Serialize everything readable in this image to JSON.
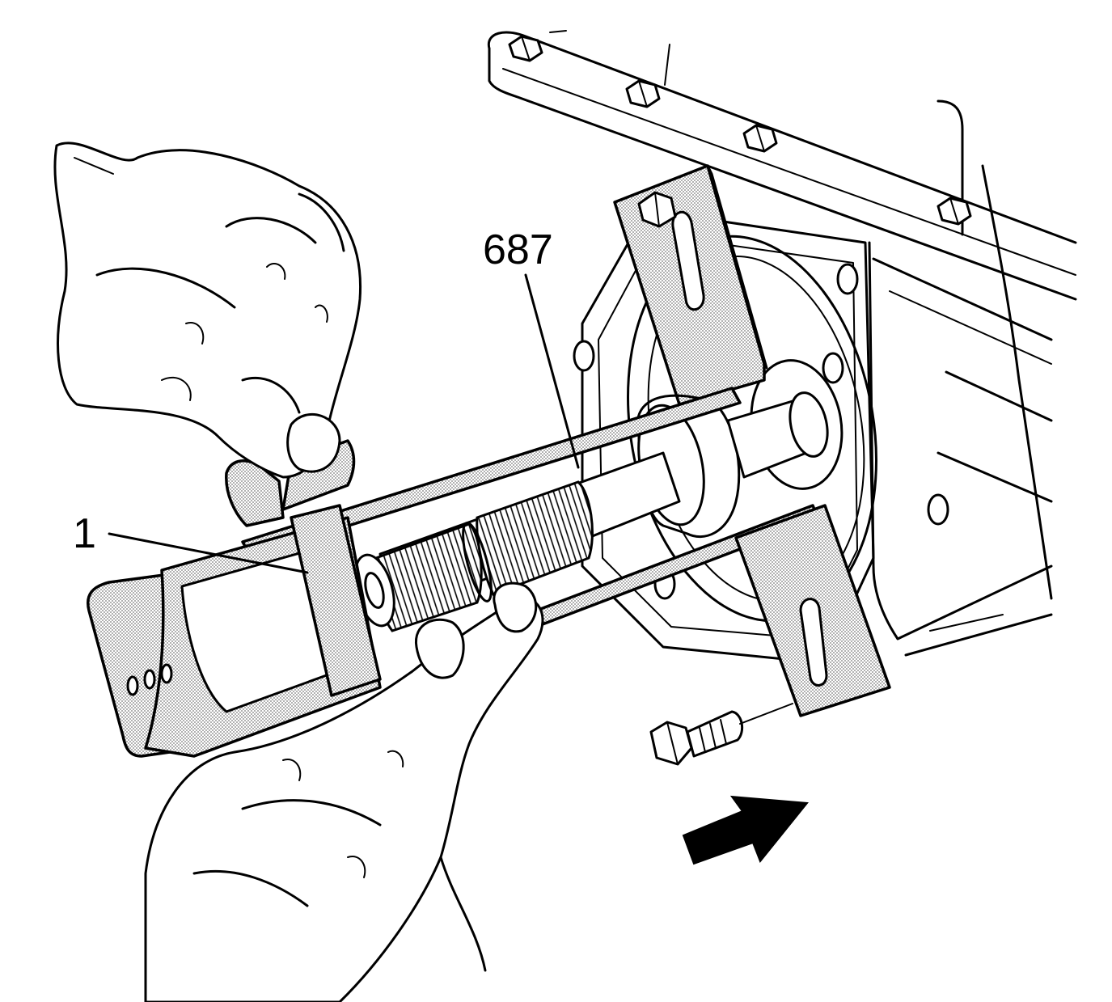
{
  "figure": {
    "callouts": {
      "tool": "1",
      "part": "687"
    },
    "arrow_direction": "right-up",
    "colors": {
      "line": "#000000",
      "stipple": "#b8b8b8",
      "background": "#ffffff"
    }
  }
}
